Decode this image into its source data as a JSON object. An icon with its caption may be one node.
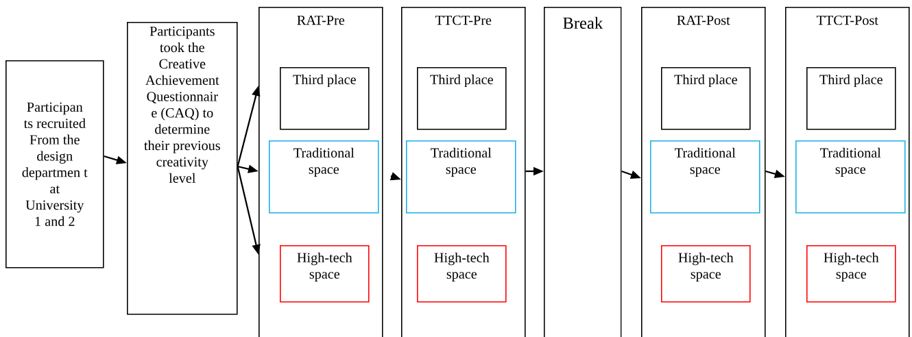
{
  "diagram": {
    "nodes": [
      {
        "text": [
          "Participan ts recruited From the design departmen t at University 1 and 2"
        ]
      },
      {
        "text": [
          "Participants took the Creative Achievement Questionnair e (CAQ) to determine their previous creativity level"
        ]
      },
      {
        "text": [
          "RAT-Pre"
        ]
      },
      {
        "text": [
          "Third place"
        ],
        "in": 2
      },
      {
        "text": [
          "Traditional space"
        ],
        "in": 2
      },
      {
        "text": [
          "High-tech space"
        ],
        "in": 2
      },
      {
        "text": [
          "TTCT-Pre"
        ]
      },
      {
        "text": [
          "Third place"
        ],
        "in": 6
      },
      {
        "text": [
          "Traditional space"
        ],
        "in": 6
      },
      {
        "text": [
          "High-tech space"
        ],
        "in": 6
      },
      {
        "text": [
          "Break"
        ]
      },
      {
        "text": [
          "RAT-Post"
        ]
      },
      {
        "text": [
          "Third place"
        ],
        "in": 11
      },
      {
        "text": [
          "Traditional space"
        ],
        "in": 11
      },
      {
        "text": [
          "High-tech space"
        ],
        "in": 11
      },
      {
        "text": [
          "TTCT-Post"
        ]
      },
      {
        "text": [
          "Third place"
        ],
        "in": 15
      },
      {
        "text": [
          "Traditional space"
        ],
        "in": 15
      },
      {
        "text": [
          "High-tech space"
        ],
        "in": 15
      }
    ],
    "edges": [
      {
        "from": 0,
        "to": 1,
        "arrow": "to"
      },
      {
        "from": 1,
        "to": 2,
        "arrow": "to"
      },
      {
        "from": 1,
        "to": 2,
        "arrow": "to"
      },
      {
        "from": 1,
        "to": 2,
        "arrow": "to"
      },
      {
        "from": 2,
        "to": 6,
        "arrow": "to"
      },
      {
        "from": 6,
        "to": 10,
        "arrow": "to"
      },
      {
        "from": 10,
        "to": 11,
        "arrow": "to"
      },
      {
        "from": 11,
        "to": 15,
        "arrow": "to"
      }
    ]
  }
}
